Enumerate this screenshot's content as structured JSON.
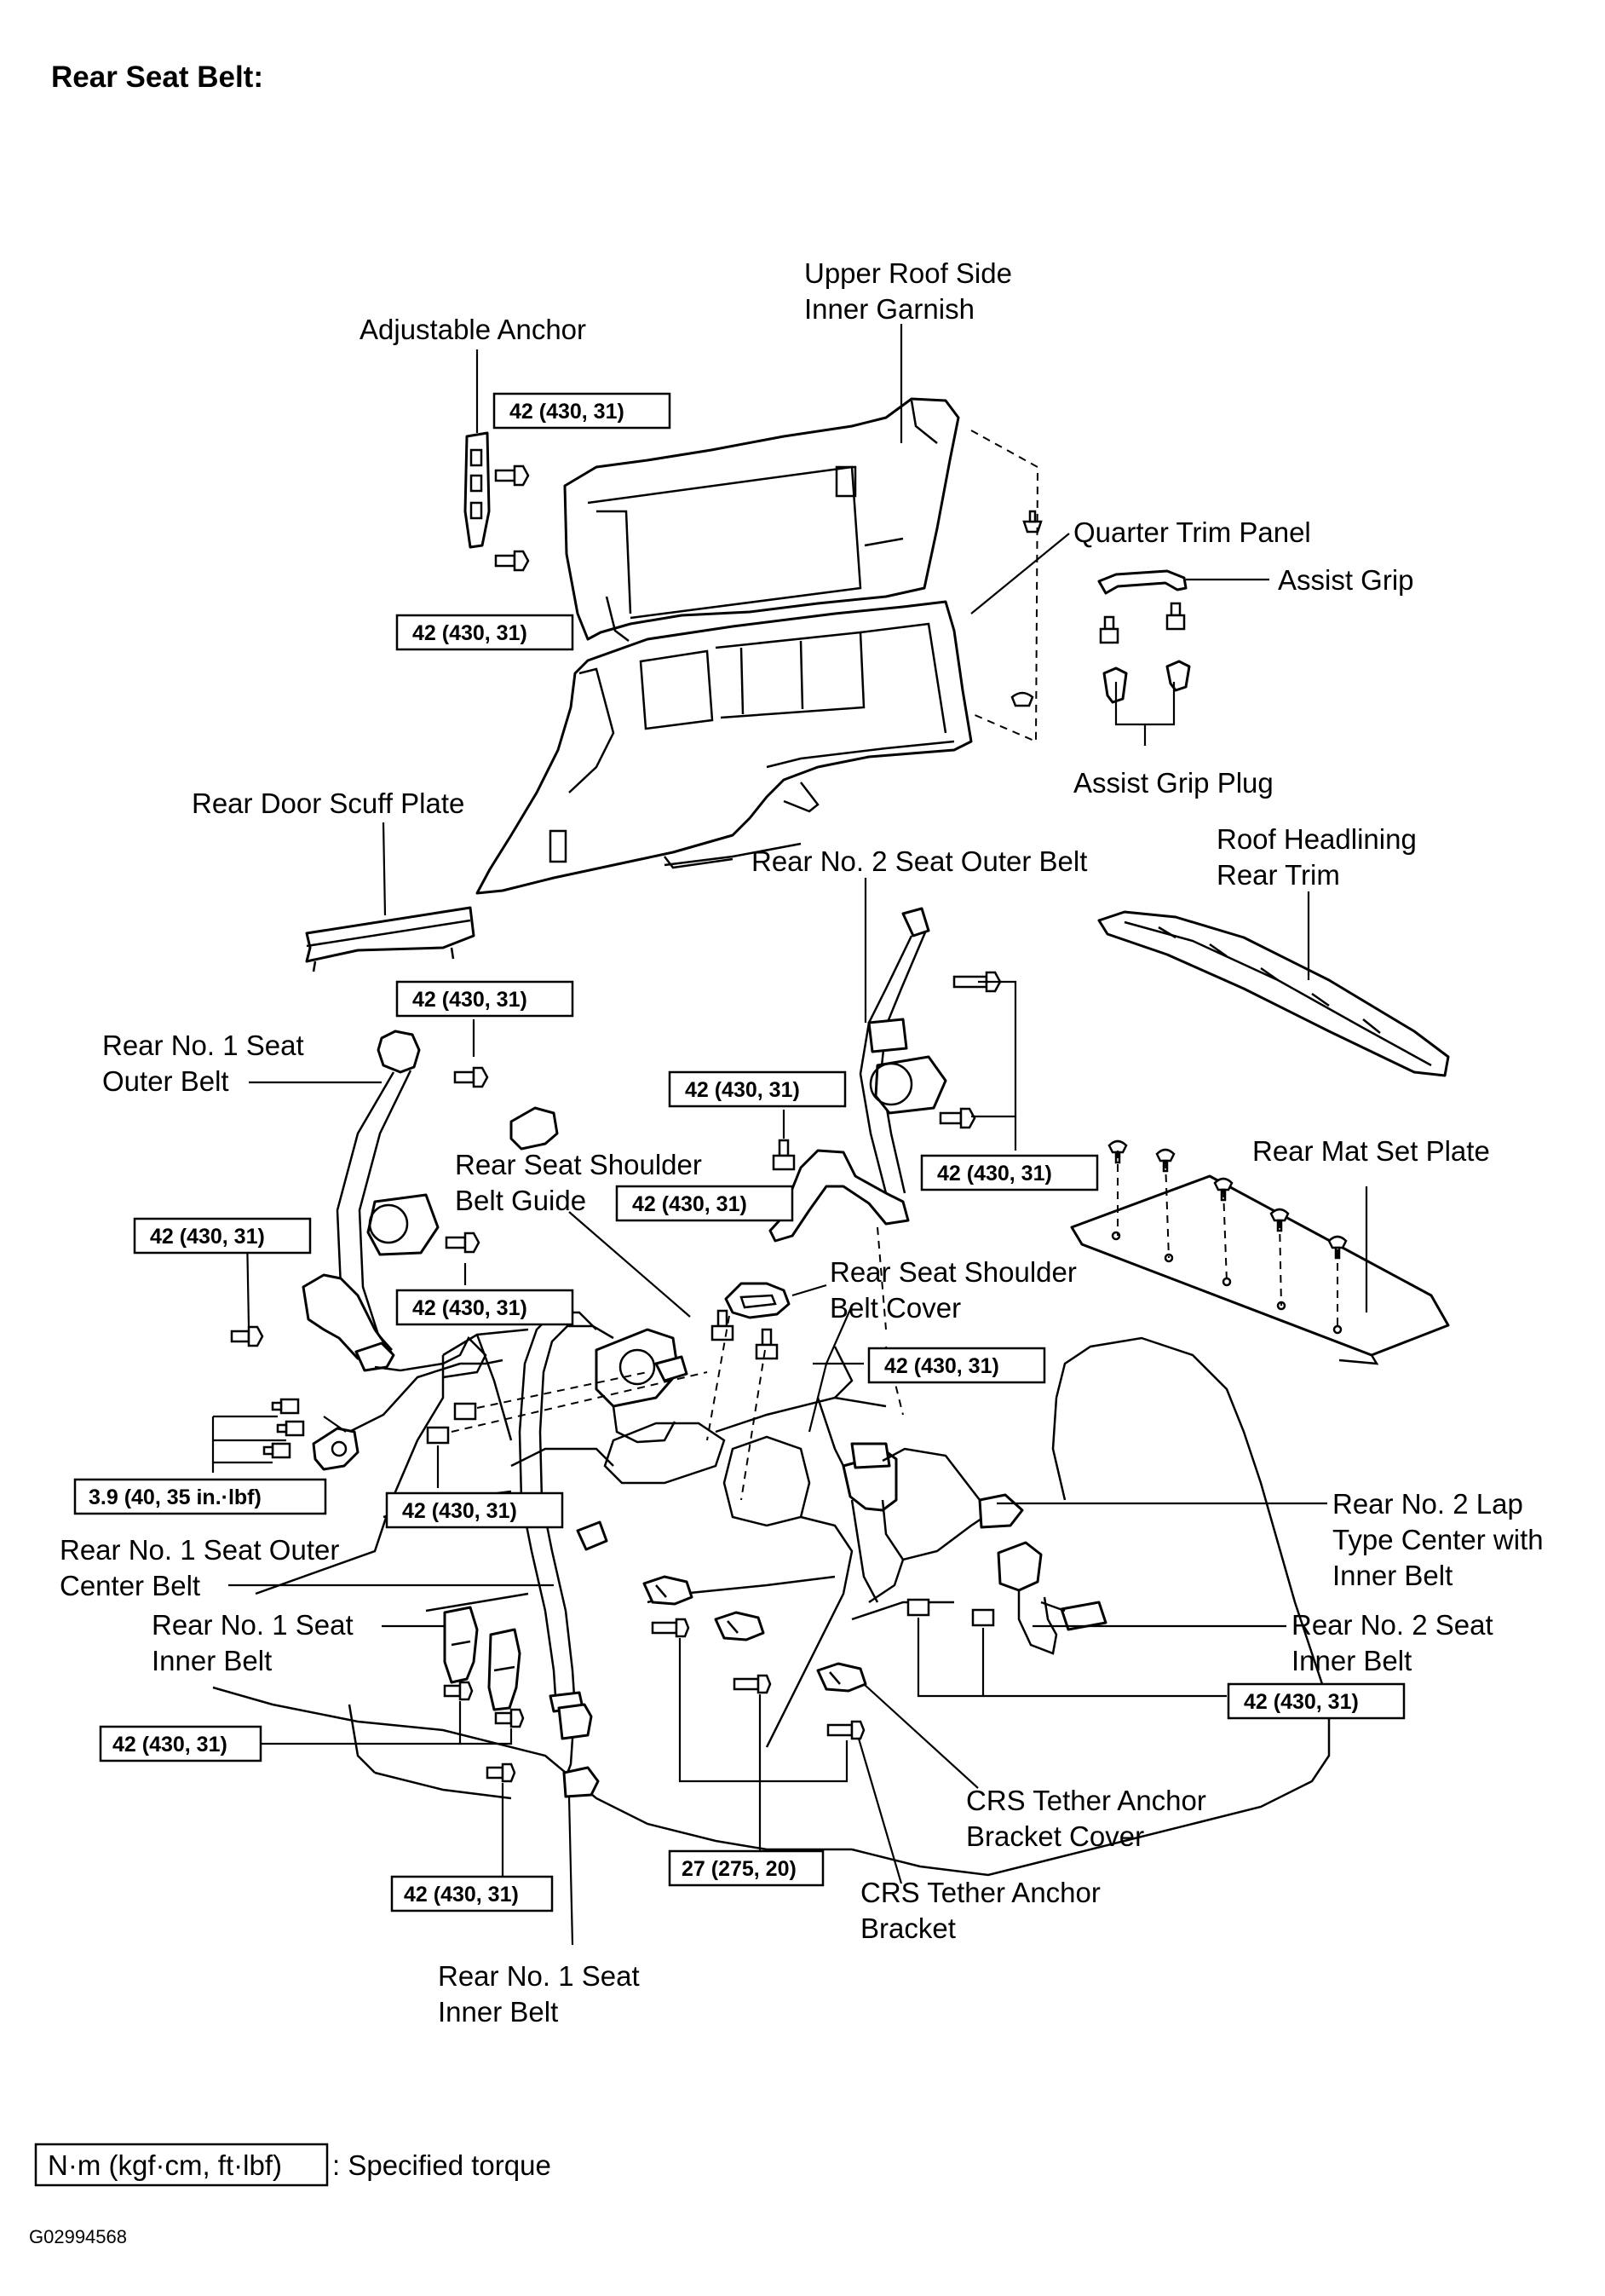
{
  "title": "Rear Seat Belt:",
  "labels": {
    "adjustable_anchor": "Adjustable Anchor",
    "upper_roof_1": "Upper Roof Side",
    "upper_roof_2": "Inner Garnish",
    "quarter_trim_panel": "Quarter Trim Panel",
    "assist_grip": "Assist Grip",
    "assist_grip_plug": "Assist Grip Plug",
    "rear_door_scuff_plate": "Rear Door Scuff Plate",
    "rear_no2_outer_belt": "Rear No. 2 Seat Outer Belt",
    "roof_headlining_1": "Roof Headlining",
    "roof_headlining_2": "Rear Trim",
    "rear_no1_outer_1": "Rear No. 1 Seat",
    "rear_no1_outer_2": "Outer Belt",
    "shoulder_guide_1": "Rear Seat Shoulder",
    "shoulder_guide_2": "Belt Guide",
    "rear_mat_set_plate": "Rear Mat Set Plate",
    "shoulder_cover_1": "Rear Seat Shoulder",
    "shoulder_cover_2": "Belt Cover",
    "lap_center_1": "Rear No. 2 Lap",
    "lap_center_2": "Type Center with",
    "lap_center_3": "Inner Belt",
    "outer_center_1": "Rear No. 1 Seat Outer",
    "outer_center_2": "Center Belt",
    "no1_inner_a_1": "Rear No. 1 Seat",
    "no1_inner_a_2": "Inner Belt",
    "no2_inner_1": "Rear No. 2 Seat",
    "no2_inner_2": "Inner Belt",
    "crs_cover_1": "CRS Tether Anchor",
    "crs_cover_2": "Bracket Cover",
    "crs_bracket_1": "CRS Tether Anchor",
    "crs_bracket_2": "Bracket",
    "no1_inner_b_1": "Rear No. 1 Seat",
    "no1_inner_b_2": "Inner Belt"
  },
  "torques": {
    "t01": "42 (430, 31)",
    "t02": "42 (430, 31)",
    "t03": "42 (430, 31)",
    "t04": "42 (430, 31)",
    "t05": "42 (430, 31)",
    "t06": "42 (430, 31)",
    "t07": "42 (430, 31)",
    "t08": "42 (430, 31)",
    "t09": "42 (430, 31)",
    "t10": "3.9 (40, 35 in.·lbf)",
    "t11": "42 (430, 31)",
    "t12": "42 (430, 31)",
    "t13": "42 (430, 31)",
    "t14": "27 (275, 20)",
    "t15": "42 (430, 31)"
  },
  "legend": {
    "unit": "N·m (kgf·cm, ft·lbf)",
    "desc": ": Specified torque"
  },
  "figure_code": "G02994568"
}
